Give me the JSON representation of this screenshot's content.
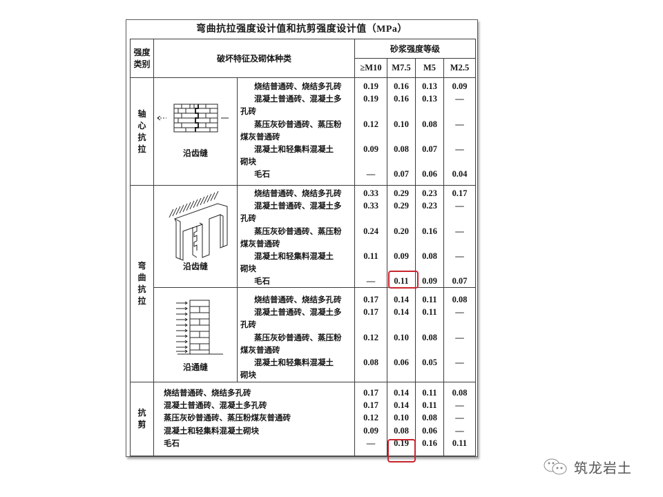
{
  "document": {
    "title": "弯曲抗拉强度设计值和抗剪强度设计值",
    "title_unit": "（MPa）",
    "header": {
      "category_label_line1": "强度",
      "category_label_line2": "类别",
      "feature_label": "破坏特征及砌体种类",
      "mortar_grade_label": "砂浆强度等级",
      "grades": [
        "≥M10",
        "M7.5",
        "M5",
        "M2.5"
      ]
    },
    "sections": [
      {
        "category": [
          "轴",
          "心",
          "抗",
          "拉"
        ],
        "blocks": [
          {
            "figure": "brick-wall-axial-tension-figure",
            "figure_label": "沿齿缝",
            "materials": [
              {
                "lines": [
                  "烧结普通砖、烧结多孔砖"
                ],
                "values": [
                  "0.19",
                  "0.16",
                  "0.13",
                  "0.09"
                ]
              },
              {
                "lines": [
                  "混凝土普通砖、混凝土多",
                  "孔砖"
                ],
                "values": [
                  "0.19",
                  "0.16",
                  "0.13",
                  "—"
                ]
              },
              {
                "lines": [
                  "蒸压灰砂普通砖、蒸压粉",
                  "煤灰普通砖"
                ],
                "values": [
                  "0.12",
                  "0.10",
                  "0.08",
                  "—"
                ]
              },
              {
                "lines": [
                  "混凝土和轻集料混凝土",
                  "砌块"
                ],
                "values": [
                  "0.09",
                  "0.08",
                  "0.07",
                  "—"
                ]
              },
              {
                "lines": [
                  "毛石"
                ],
                "values": [
                  "—",
                  "0.07",
                  "0.06",
                  "0.04"
                ]
              }
            ]
          }
        ]
      },
      {
        "category": [
          "弯",
          "曲",
          "抗",
          "拉"
        ],
        "blocks": [
          {
            "figure": "toothed-joint-bending-figure",
            "figure_label": "沿齿缝",
            "materials": [
              {
                "lines": [
                  "烧结普通砖、烧结多孔砖"
                ],
                "values": [
                  "0.33",
                  "0.29",
                  "0.23",
                  "0.17"
                ]
              },
              {
                "lines": [
                  "混凝土普通砖、混凝土多",
                  "孔砖"
                ],
                "values": [
                  "0.33",
                  "0.29",
                  "0.23",
                  "—"
                ]
              },
              {
                "lines": [
                  "蒸压灰砂普通砖、蒸压粉",
                  "煤灰普通砖"
                ],
                "values": [
                  "0.24",
                  "0.20",
                  "0.16",
                  "—"
                ]
              },
              {
                "lines": [
                  "混凝土和轻集料混凝土",
                  "砌块"
                ],
                "values": [
                  "0.11",
                  "0.09",
                  "0.08",
                  "—"
                ]
              },
              {
                "lines": [
                  "毛石"
                ],
                "values": [
                  "—",
                  "0.11",
                  "0.09",
                  "0.07"
                ]
              }
            ]
          },
          {
            "figure": "through-joint-bending-figure",
            "figure_label": "沿通缝",
            "materials": [
              {
                "lines": [
                  "烧结普通砖、烧结多孔砖"
                ],
                "values": [
                  "0.17",
                  "0.14",
                  "0.11",
                  "0.08"
                ]
              },
              {
                "lines": [
                  "混凝土普通砖、混凝土多",
                  "孔砖"
                ],
                "values": [
                  "0.17",
                  "0.14",
                  "0.11",
                  "—"
                ]
              },
              {
                "lines": [
                  "蒸压灰砂普通砖、蒸压粉",
                  "煤灰普通砖"
                ],
                "values": [
                  "0.12",
                  "0.10",
                  "0.08",
                  "—"
                ]
              },
              {
                "lines": [
                  "混凝土和轻集料混凝土",
                  "砌块"
                ],
                "values": [
                  "0.08",
                  "0.06",
                  "0.05",
                  "—"
                ]
              }
            ]
          }
        ]
      },
      {
        "category": [
          "抗",
          "剪"
        ],
        "rows": [
          {
            "label": "烧结普通砖、烧结多孔砖",
            "values": [
              "0.17",
              "0.14",
              "0.11",
              "0.08"
            ]
          },
          {
            "label": "混凝土普通砖、混凝土多孔砖",
            "values": [
              "0.17",
              "0.14",
              "0.11",
              "—"
            ]
          },
          {
            "label": "蒸压灰砂普通砖、蒸压粉煤灰普通砖",
            "values": [
              "0.12",
              "0.10",
              "0.08",
              "—"
            ]
          },
          {
            "label": "混凝土和轻集料混凝土砌块",
            "values": [
              "0.09",
              "0.08",
              "0.06",
              "—"
            ]
          },
          {
            "label": "毛石",
            "values": [
              "—",
              "0.19",
              "0.16",
              "0.11"
            ]
          }
        ]
      }
    ],
    "highlights": [
      {
        "section": "弯曲抗拉-沿齿缝",
        "row": "毛石",
        "grade": "M7.5",
        "value": "0.11",
        "color": "#c8232c"
      },
      {
        "section": "抗剪",
        "row": "毛石",
        "grade": "M7.5",
        "value": "0.19",
        "color": "#c8232c"
      }
    ]
  },
  "watermark": {
    "icon": "wechat-icon",
    "text": "筑龙岩土"
  }
}
